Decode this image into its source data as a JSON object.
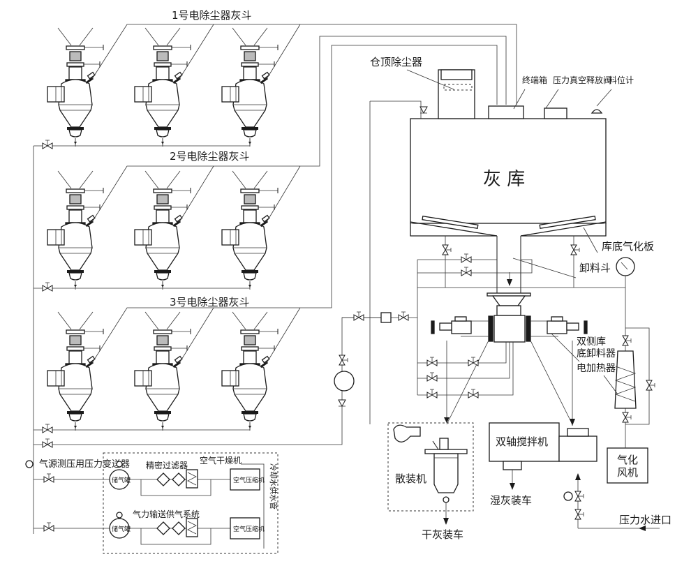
{
  "title": "Ash handling pneumatic conveying process flow diagram",
  "hopper_groups": [
    {
      "label": "1号电除尘器灰斗",
      "hopper_count": 3
    },
    {
      "label": "2号电除尘器灰斗",
      "hopper_count": 3
    },
    {
      "label": "3号电除尘器灰斗",
      "hopper_count": 3
    }
  ],
  "silo": {
    "label": "灰 库",
    "roof_dust_collector": "仓顶除尘器",
    "terminal_box": "终端箱",
    "pressure_vacuum_relief_valve": "压力真空释放阀",
    "level_meter": "料位计",
    "aeration_plate": "库底气化板",
    "discharge_hopper": "卸料斗",
    "double_side_unloader": [
      "双侧库",
      "底卸料器"
    ],
    "electric_heater": "电加热器"
  },
  "equipment": {
    "aeration_blower": [
      "气化",
      "风机"
    ],
    "bulk_loader": "散装机",
    "dry_ash_loading": "干灰装车",
    "twin_shaft_mixer": "双轴搅拌机",
    "wet_ash_loading": "湿灰装车",
    "pressure_water_inlet": "压力水进口"
  },
  "air_supply": {
    "pressure_transmitter": "气源测压用压力变送器",
    "precision_filter": "精密过滤器",
    "air_dryer": "空气干燥机",
    "system_label": "气力输送供气系统",
    "air_receiver": "储气罐",
    "air_compressor": "空气压缩机",
    "cooling_water": "冷却水供水管"
  }
}
